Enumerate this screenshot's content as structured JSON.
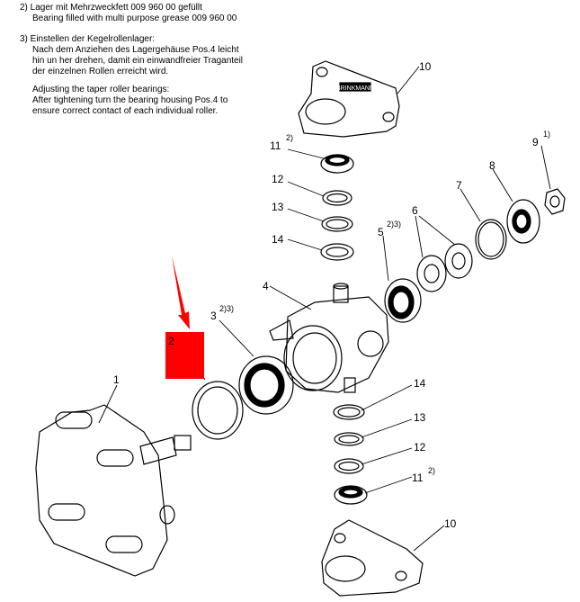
{
  "notes": {
    "n2_line1": "2) Lager mit Mehrzweckfett 009 960 00 gefüllt",
    "n2_line2": "Bearing filled with multi purpose grease 009 960 00",
    "n3_line1": "3) Einstellen der Kegelrollenlager:",
    "n3_line2": "Nach dem Anziehen des Lagergehäuse Pos.4 leicht",
    "n3_line3": "hin un her drehen, damit ein einwandfreier Traganteil",
    "n3_line4": "der einzelnen Rollen erreicht wird.",
    "n3_en1": "Adjusting the taper roller bearings:",
    "n3_en2": "After tightening turn the bearing housing Pos.4 to",
    "n3_en3": "ensure correct contact of each individual roller."
  },
  "labels": {
    "p1": "1",
    "p2": "2",
    "p3": "3",
    "p3_sup": "2)3)",
    "p4": "4",
    "p5": "5",
    "p5_sup": "2)3)",
    "p6": "6",
    "p7": "7",
    "p8": "8",
    "p9": "9",
    "p9_sup": "1)",
    "p10_top": "10",
    "p10_bot": "10",
    "p11_top": "11",
    "p11_top_sup": "2)",
    "p11_bot": "11",
    "p11_bot_sup": "2)",
    "p12_top": "12",
    "p12_bot": "12",
    "p13_top": "13",
    "p13_bot": "13",
    "p14_top": "14",
    "p14_bot": "14"
  },
  "housing_brand": "BRINKMANN",
  "colors": {
    "highlight": "#ff0000",
    "line": "#000000",
    "background": "#ffffff"
  }
}
